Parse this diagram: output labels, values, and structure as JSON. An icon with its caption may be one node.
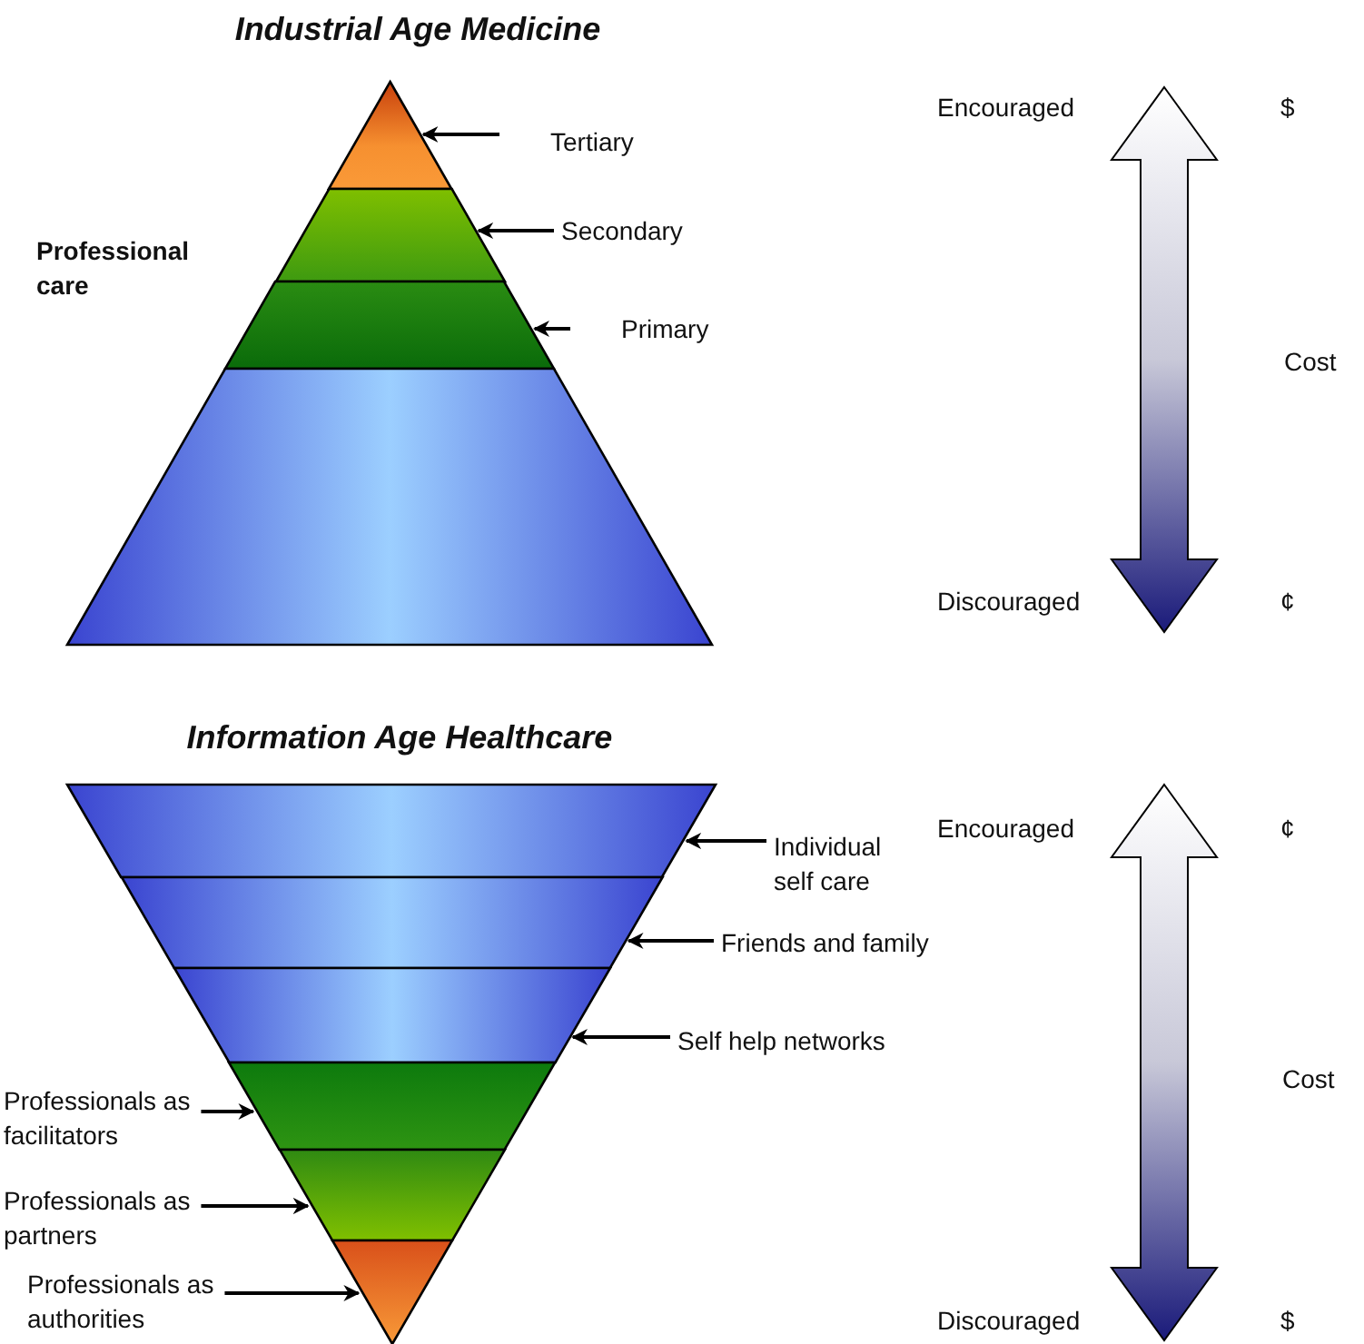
{
  "diagram": {
    "nodes": [
      {
        "text": [],
        "shape": "band"
      },
      {
        "text": [],
        "shape": "band"
      },
      {
        "text": [],
        "shape": "band"
      },
      {
        "text": [],
        "shape": "band"
      },
      {
        "text": [
          "Tertiary"
        ]
      },
      {
        "text": [
          "Secondary"
        ]
      },
      {
        "text": [
          "Primary"
        ]
      },
      {
        "text": [],
        "shape": "band"
      },
      {
        "text": [],
        "shape": "band"
      },
      {
        "text": [],
        "shape": "band"
      },
      {
        "text": [],
        "shape": "band"
      },
      {
        "text": [],
        "shape": "band"
      },
      {
        "text": [],
        "shape": "band"
      },
      {
        "text": [
          "Individual self care"
        ]
      },
      {
        "text": [
          "Friends and family"
        ]
      },
      {
        "text": [
          "Self help networks"
        ]
      },
      {
        "text": [
          "Professionals as facilitators"
        ]
      },
      {
        "text": [
          "Professionals as partners"
        ]
      },
      {
        "text": [
          "Professionals as authorities"
        ]
      }
    ],
    "edges": [
      {
        "from": 4,
        "to": 0,
        "arrow": "to"
      },
      {
        "from": 5,
        "to": 1,
        "arrow": "to"
      },
      {
        "from": 6,
        "to": 2,
        "arrow": "to"
      },
      {
        "from": 13,
        "to": 7,
        "arrow": "to"
      },
      {
        "from": 14,
        "to": 8,
        "arrow": "to"
      },
      {
        "from": 15,
        "to": 9,
        "arrow": "to"
      },
      {
        "from": 16,
        "to": 10,
        "arrow": "to"
      },
      {
        "from": 17,
        "to": 11,
        "arrow": "to"
      },
      {
        "from": 18,
        "to": 12,
        "arrow": "to"
      }
    ],
    "labels": [
      "Industrial Age Medicine",
      "Encouraged",
      "$",
      "Professional care",
      "Cost",
      "Discouraged",
      "¢",
      "Information Age Healthcare",
      "Encouraged",
      "¢",
      "Cost",
      "Discouraged",
      "$"
    ]
  }
}
